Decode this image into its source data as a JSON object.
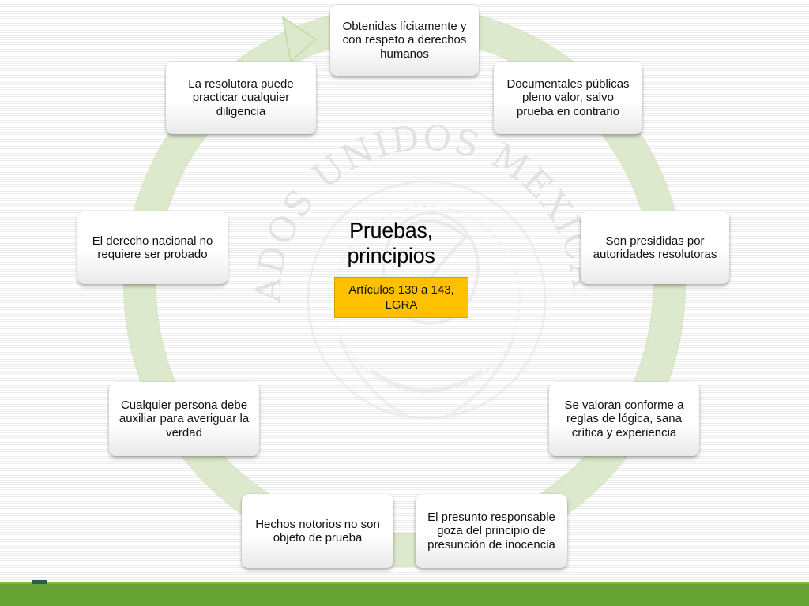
{
  "diagram": {
    "title": "Pruebas, principios",
    "subtitle": "Artículos 130 a 143, LGRA",
    "nodes": [
      "Obtenidas lícitamente y con respeto a derechos humanos",
      "Documentales públicas pleno valor, salvo prueba en contrario",
      "Son presididas por autoridades resolutoras",
      "Se valoran conforme a reglas de lógica, sana crítica y experiencia",
      "El presunto responsable goza del principio de presunción de inocencia",
      "Hechos notorios no son objeto de prueba",
      "Cualquier persona debe auxiliar para averiguar la verdad",
      "El derecho nacional no requiere ser probado",
      "La resolutora puede practicar cualquier diligencia"
    ]
  },
  "seal": {
    "text": "ESTADOS UNIDOS MEXICANOS"
  },
  "colors": {
    "ring": "#dbe8c8",
    "ring_edge": "#c8dcae",
    "highlight_box": "#ffc000",
    "footer": "#67a334",
    "footer_tab": "#2e5b4b"
  }
}
